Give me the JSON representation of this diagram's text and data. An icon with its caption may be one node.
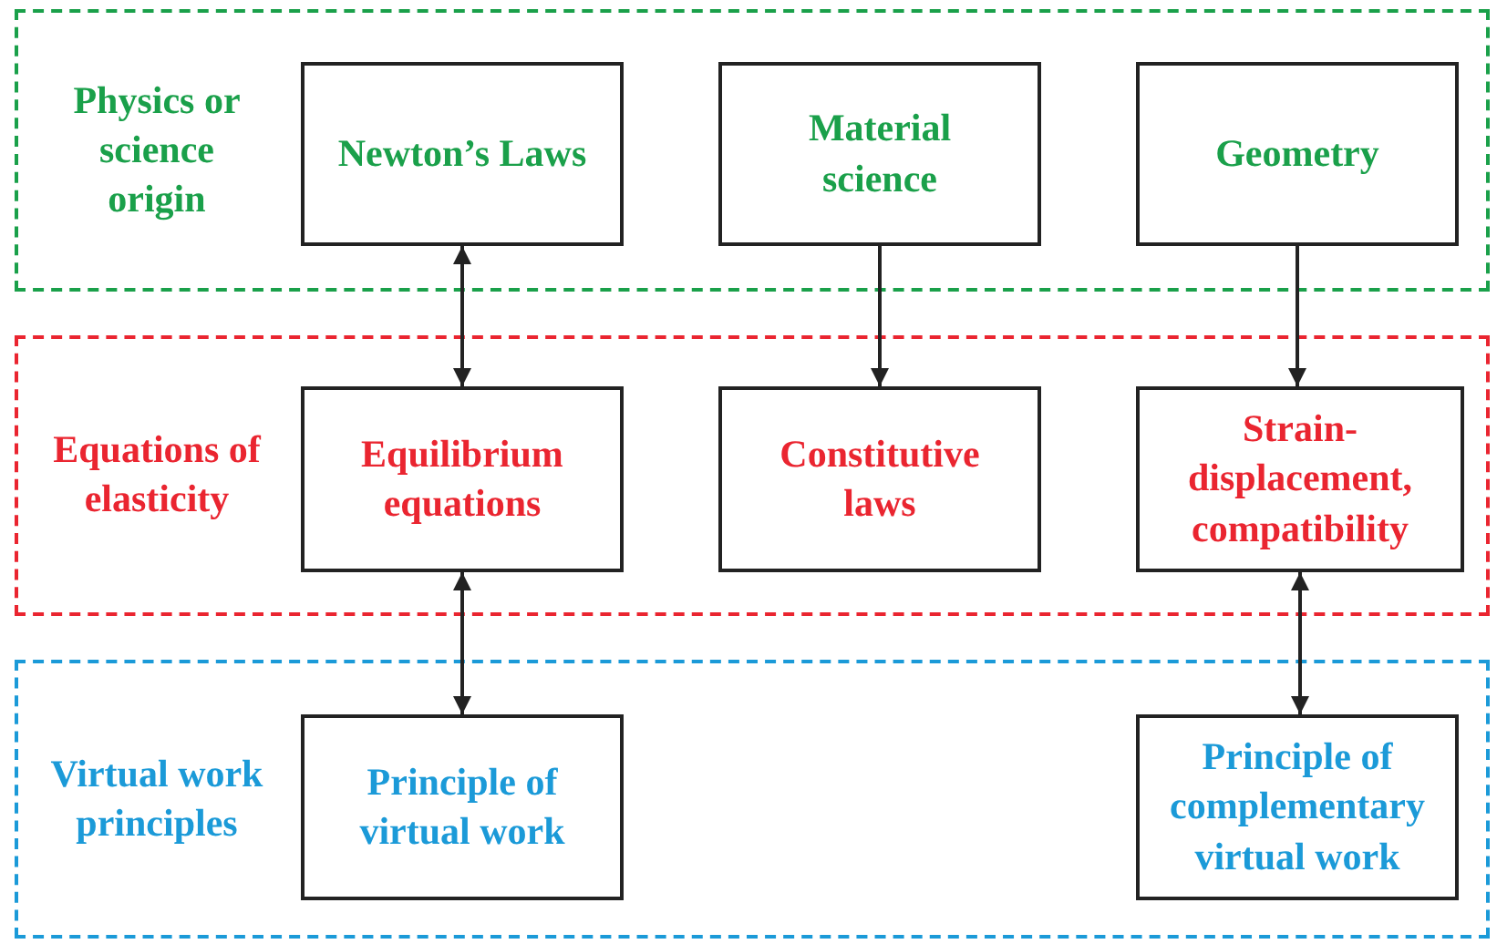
{
  "diagram": {
    "nodes": [
      {
        "text": [
          "Physics or science origin"
        ]
      },
      {
        "text": [
          "Newton’s Laws"
        ],
        "in": 0
      },
      {
        "text": [
          "Material science"
        ],
        "in": 0
      },
      {
        "text": [
          "Geometry"
        ],
        "in": 0
      },
      {
        "text": [
          "Equations of elasticity"
        ]
      },
      {
        "text": [
          "Equilibrium equations"
        ],
        "in": 4
      },
      {
        "text": [
          "Constitutive laws"
        ],
        "in": 4
      },
      {
        "text": [
          "Strain-displacement, compatibility"
        ],
        "in": 4
      },
      {
        "text": [
          "Virtual work principles"
        ]
      },
      {
        "text": [
          "Principle of virtual work"
        ],
        "in": 8
      },
      {
        "text": [
          "Principle of complementary virtual work"
        ],
        "in": 8
      }
    ],
    "edges": [
      {
        "from": 1,
        "to": 5,
        "arrow": "both"
      },
      {
        "from": 2,
        "to": 6,
        "arrow": "to"
      },
      {
        "from": 3,
        "to": 7,
        "arrow": "to"
      },
      {
        "from": 5,
        "to": 9,
        "arrow": "both"
      },
      {
        "from": 7,
        "to": 10,
        "arrow": "both"
      }
    ]
  }
}
